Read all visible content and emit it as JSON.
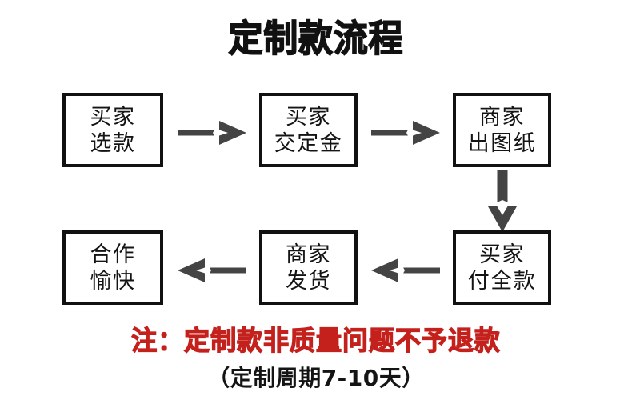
{
  "page": {
    "title": "定制款流程",
    "background_color": "#ffffff",
    "box_border_color": "#111111",
    "arrow_color": "#444444",
    "note_color": "#c4201c"
  },
  "flow": {
    "steps": [
      {
        "id": 1,
        "line1": "买家",
        "line2": "选款"
      },
      {
        "id": 2,
        "line1": "买家",
        "line2": "交定金"
      },
      {
        "id": 3,
        "line1": "商家",
        "line2": "出图纸"
      },
      {
        "id": 4,
        "line1": "买家",
        "line2": "付全款"
      },
      {
        "id": 5,
        "line1": "商家",
        "line2": "发货"
      },
      {
        "id": 6,
        "line1": "合作",
        "line2": "愉快"
      }
    ],
    "connectors": [
      {
        "id": 1,
        "from": 1,
        "to": 2,
        "direction": "right"
      },
      {
        "id": 2,
        "from": 2,
        "to": 3,
        "direction": "right"
      },
      {
        "id": 3,
        "from": 3,
        "to": 4,
        "direction": "down"
      },
      {
        "id": 4,
        "from": 4,
        "to": 5,
        "direction": "left"
      },
      {
        "id": 5,
        "from": 5,
        "to": 6,
        "direction": "left"
      }
    ]
  },
  "notes": {
    "warning": "注：定制款非质量问题不予退款",
    "lead_time": "（定制周期7-10天）"
  }
}
